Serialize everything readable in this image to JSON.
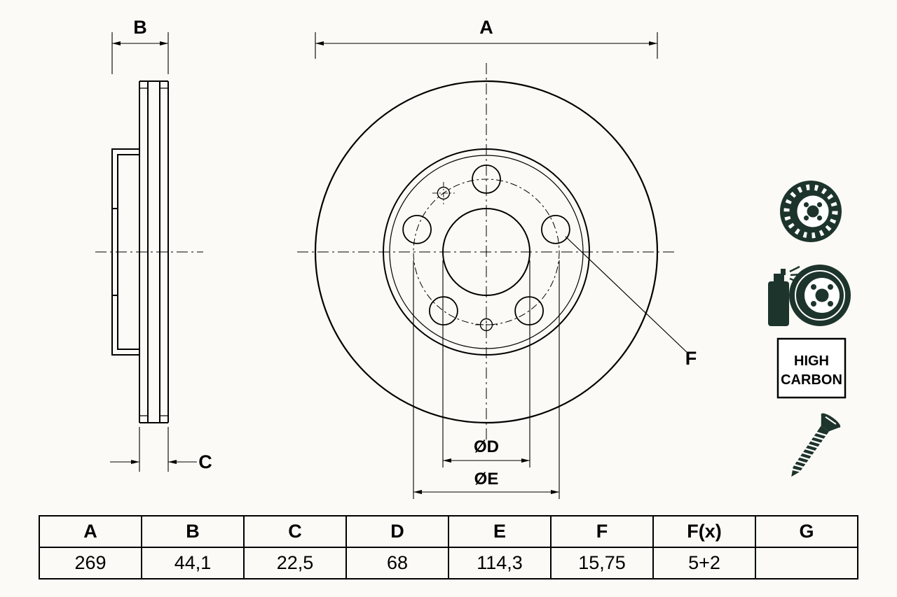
{
  "colors": {
    "icon_dark": "#1d342c",
    "line_black": "#000000",
    "background": "#fbfaf6"
  },
  "drawing": {
    "labels": {
      "a": "A",
      "b": "B",
      "c": "C",
      "d": "ØD",
      "e": "ØE",
      "f": "F"
    }
  },
  "badge": {
    "line1": "HIGH",
    "line2": "CARBON"
  },
  "icons": [
    "brake-disc-icon",
    "coating-spray-icon",
    "high-carbon-badge",
    "countersunk-screw-icon"
  ],
  "table": {
    "headers": [
      "A",
      "B",
      "C",
      "D",
      "E",
      "F",
      "F(x)",
      "G"
    ],
    "values": [
      "269",
      "44,1",
      "22,5",
      "68",
      "114,3",
      "15,75",
      "5+2",
      ""
    ]
  }
}
